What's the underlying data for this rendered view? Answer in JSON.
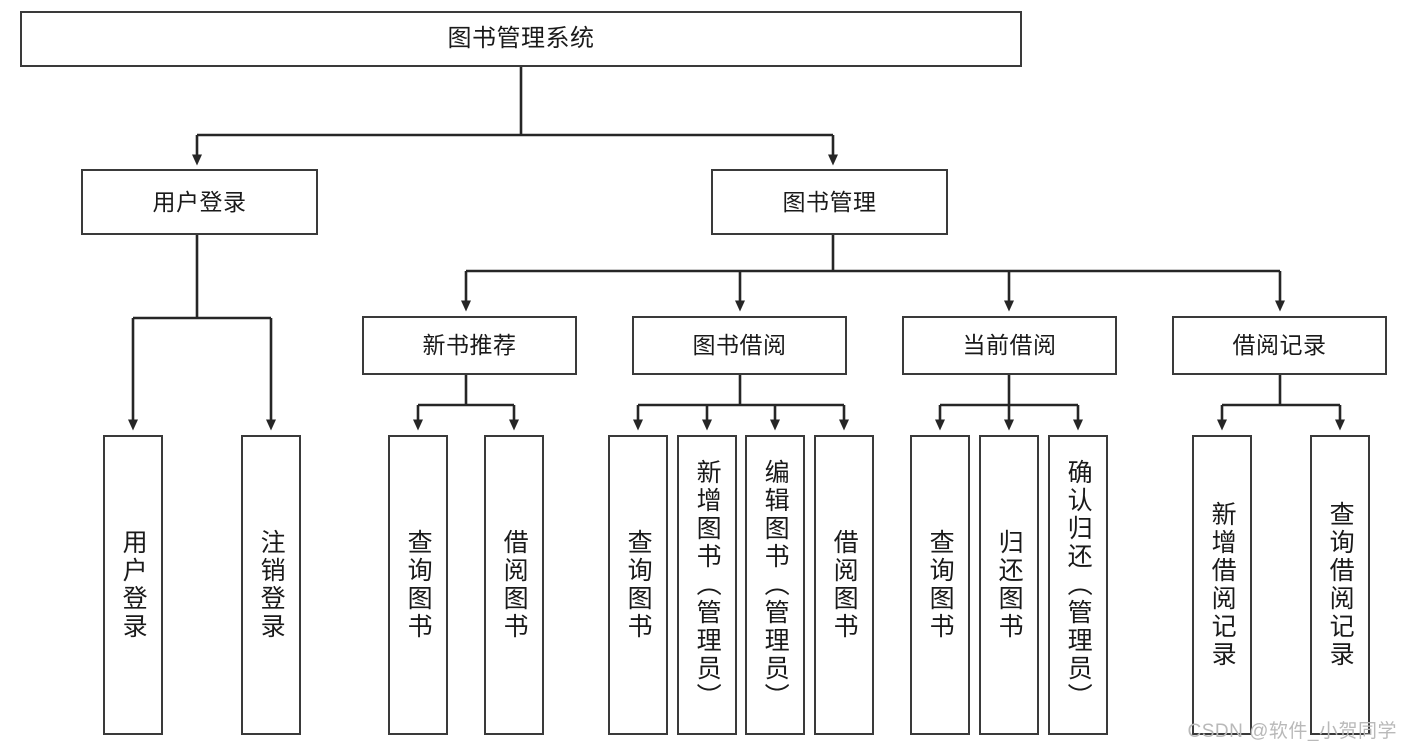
{
  "diagram": {
    "title": "图书管理系统",
    "type": "functional-structure-tree",
    "orientation": "top-down",
    "colors": {
      "box_border": "#3a3a3a",
      "box_fill": "#ffffff",
      "line": "#262626",
      "text": "#1a1a1a",
      "watermark": "#b9b9b9",
      "background": "#ffffff"
    }
  },
  "root": {
    "label": "图书管理系统"
  },
  "level2": [
    {
      "label": "用户登录"
    },
    {
      "label": "图书管理"
    }
  ],
  "level3": [
    {
      "label": "新书推荐"
    },
    {
      "label": "图书借阅"
    },
    {
      "label": "当前借阅"
    },
    {
      "label": "借阅记录"
    }
  ],
  "leaves": {
    "user_login": [
      {
        "label": "用户登录"
      },
      {
        "label": "注销登录"
      }
    ],
    "new_book": [
      {
        "label": "查询图书"
      },
      {
        "label": "借阅图书"
      }
    ],
    "book_borrow": [
      {
        "label": "查询图书"
      },
      {
        "label": "新增图书（管理员）"
      },
      {
        "label": "编辑图书（管理员）"
      },
      {
        "label": "借阅图书"
      }
    ],
    "current_borrow": [
      {
        "label": "查询图书"
      },
      {
        "label": "归还图书"
      },
      {
        "label": "确认归还（管理员）"
      }
    ],
    "borrow_record": [
      {
        "label": "新增借阅记录"
      },
      {
        "label": "查询借阅记录"
      }
    ]
  },
  "watermark": {
    "text": "CSDN @软件_小贺同学"
  }
}
